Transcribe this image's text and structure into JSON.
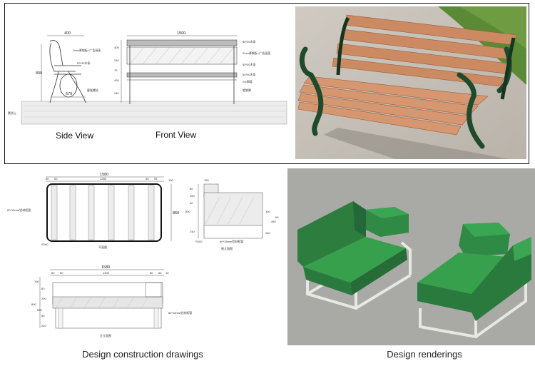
{
  "captions": {
    "construction": "Design construction drawings",
    "renderings": "Design renderings"
  },
  "top_drawing": {
    "side_view": "Side View",
    "front_view": "Front View",
    "dim_side_width": "400",
    "dim_side_height": "800",
    "dim_side_base": "570",
    "dim_front_width": "1500",
    "dim_front_right": [
      "400",
      "240",
      "75",
      "400",
      "240"
    ],
    "ground_label": "素质土",
    "notes": [
      "80*30木条",
      "2mm厚钢板+广告画面",
      "50*30木条",
      "50*30木条",
      "SG钢管",
      "镀铁脚"
    ],
    "note_left": "2mm厚钢板+广告画面",
    "note_left2": "50*30木条",
    "note_bottom": "膨胀螺丝"
  },
  "bottom_drawing": {
    "plan_top": "1580",
    "plan_sub": [
      "80",
      "60",
      "1285",
      "60",
      "95"
    ],
    "plan_right": "860",
    "plan_right_top": "150",
    "plan_left_note": "60*15mm铝材框管",
    "plan_corner": "R160",
    "plan_caption": "平面图",
    "side_top": "150",
    "side_dims": [
      "60",
      "150",
      "60",
      "800",
      "240",
      "150",
      "240",
      "450",
      "60"
    ],
    "side_corner": "R160",
    "side_caption": "侧立面图",
    "side_note": "60*15mm铝材框管",
    "front_top": "1580",
    "front_sub": [
      "80",
      "60",
      "1300",
      "60",
      "65",
      "15"
    ],
    "front_left": [
      "150",
      "60",
      "290",
      "800",
      "650",
      "60",
      "240"
    ],
    "front_note": "60*15mm铝材框管",
    "front_caption": "正立面图"
  },
  "colors": {
    "wood": "#d0906a",
    "iron": "#1f4a2c",
    "sofa_green": "#2f8a45",
    "frame_white": "#e8e8e2",
    "render_bg": "#a9aaa6"
  }
}
